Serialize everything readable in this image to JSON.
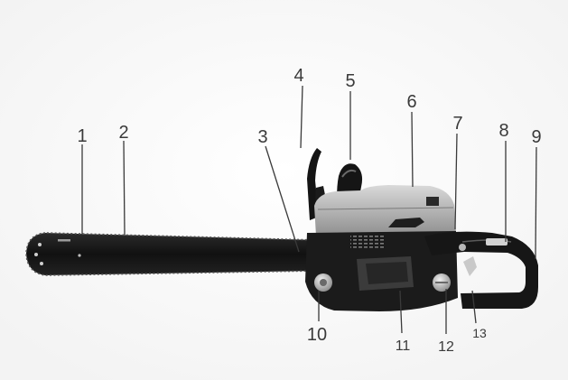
{
  "diagram": {
    "subject": "chainsaw",
    "part_labels": [
      "1",
      "2",
      "3",
      "4",
      "5",
      "6",
      "7",
      "8",
      "9",
      "10",
      "11",
      "12",
      "13"
    ]
  }
}
